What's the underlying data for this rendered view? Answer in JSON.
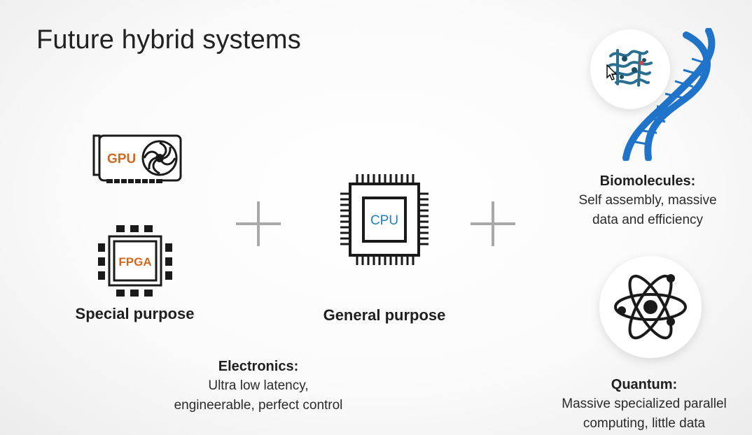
{
  "slide": {
    "title": "Future hybrid systems",
    "gpu_text": "GPU",
    "fpga_text": "FPGA",
    "cpu_text": "CPU",
    "special_purpose": "Special purpose",
    "general_purpose": "General purpose",
    "electronics": {
      "heading": "Electronics:",
      "line1": "Ultra low latency,",
      "line2": "engineerable, perfect control"
    },
    "biomolecules": {
      "heading": "Biomolecules:",
      "line1": "Self assembly, massive",
      "line2": "data and efficiency"
    },
    "quantum": {
      "heading": "Quantum:",
      "line1": "Massive specialized parallel",
      "line2": "computing, little data"
    }
  },
  "colors": {
    "accent_orange": "#d2691e",
    "accent_blue": "#1e7fc2",
    "dna_blue": "#1f73c8",
    "plus_gray": "#a9a9a9"
  },
  "icons": [
    "gpu-icon",
    "fpga-icon",
    "cpu-icon",
    "plus-icon",
    "protein-icon",
    "dna-icon",
    "atom-icon",
    "mouse-cursor-icon"
  ]
}
